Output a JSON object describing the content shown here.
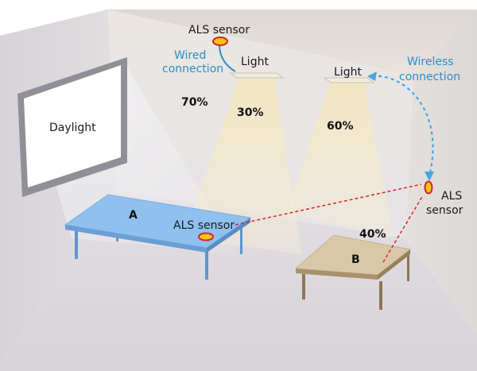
{
  "labels": {
    "daylight": "Daylight",
    "als_top": "ALS sensor",
    "wired_line1": "Wired",
    "wired_line2": "connection",
    "light_left": "Light",
    "light_right": "Light",
    "wireless_line1": "Wireless",
    "wireless_line2": "connection",
    "pct_daylight": "70%",
    "pct_light_left": "30%",
    "pct_light_right": "60%",
    "pct_daylight_b": "40%",
    "als_right_line1": "ALS",
    "als_right_line2": "sensor",
    "table_a": "A",
    "als_table": "ALS sensor",
    "table_b": "B"
  },
  "colors": {
    "connection_text": "#2a8fc8",
    "wireless_link": "#4aa3df",
    "sensor_link": "#d9252a",
    "sensor_fill": "#f5c518",
    "sensor_ring": "#d9252a",
    "table_a_top": "#8fc0ee",
    "table_b_top": "#d8c8a8",
    "light_cone": "#f6eccc"
  }
}
